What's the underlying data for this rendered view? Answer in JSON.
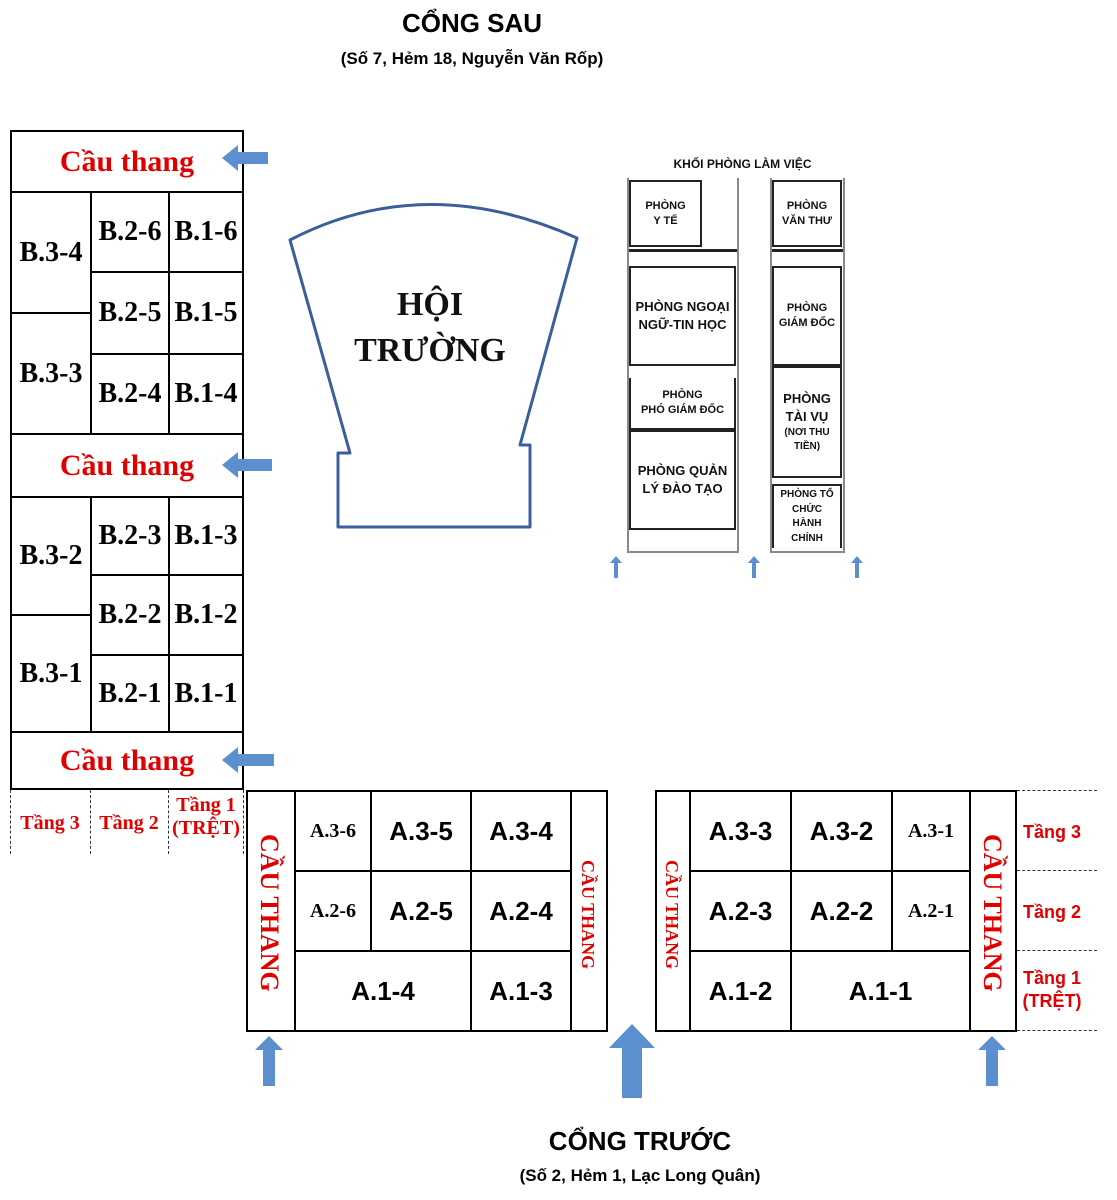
{
  "gates": {
    "back": {
      "title": "CỔNG SAU",
      "subtitle": "(Số 7, Hẻm 18, Nguyễn Văn Rốp)"
    },
    "front": {
      "title": "CỔNG TRƯỚC",
      "subtitle": "(Số 2, Hẻm 1, Lạc Long Quân)"
    }
  },
  "building_b": {
    "stair_label": "Cầu thang",
    "rooms": {
      "b34": "B.3-4",
      "b33": "B.3-3",
      "b32": "B.3-2",
      "b31": "B.3-1",
      "b26": "B.2-6",
      "b25": "B.2-5",
      "b24": "B.2-4",
      "b23": "B.2-3",
      "b22": "B.2-2",
      "b21": "B.2-1",
      "b16": "B.1-6",
      "b15": "B.1-5",
      "b14": "B.1-4",
      "b13": "B.1-3",
      "b12": "B.1-2",
      "b11": "B.1-1"
    },
    "floors": {
      "f3": "Tầng 3",
      "f2": "Tầng 2",
      "f1": "Tầng 1\n(TRỆT)"
    }
  },
  "hall": {
    "label": "HỘI\nTRƯỜNG"
  },
  "offices": {
    "block_title": "KHỐI PHÒNG LÀM VIỆC",
    "y_te": "PHÒNG\nY TẾ",
    "van_thu": "PHÒNG\nVĂN THƯ",
    "ngoai_ngu": "PHÒNG NGOẠI\nNGỮ-TIN HỌC",
    "giam_doc": "PHÒNG\nGIÁM ĐỐC",
    "pho_giam_doc": "PHÒNG\nPHÓ GIÁM ĐỐC",
    "tai_vu": "PHÒNG\nTÀI VỤ",
    "tai_vu_note": "(NƠI THU\nTIỀN)",
    "quan_ly": "PHÒNG QUẢN\nLÝ ĐÀO TẠO",
    "to_chuc": "PHÒNG TỔ\nCHỨC\nHÀNH\nCHÍNH"
  },
  "building_a": {
    "stair_label": "CẦU THANG",
    "rooms": {
      "a36": "A.3-6",
      "a35": "A.3-5",
      "a34": "A.3-4",
      "a26": "A.2-6",
      "a25": "A.2-5",
      "a24": "A.2-4",
      "a14": "A.1-4",
      "a13": "A.1-3",
      "a33": "A.3-3",
      "a32": "A.3-2",
      "a31": "A.3-1",
      "a23": "A.2-3",
      "a22": "A.2-2",
      "a21": "A.2-1",
      "a12": "A.1-2",
      "a11": "A.1-1"
    },
    "floors": {
      "f3": "Tầng 3",
      "f2": "Tầng 2",
      "f1": "Tầng 1\n(TRỆT)"
    }
  },
  "colors": {
    "stair_text": "#e00000",
    "arrow": "#5b8fcf",
    "hall_outline": "#3a5f9a",
    "line": "#000000"
  }
}
